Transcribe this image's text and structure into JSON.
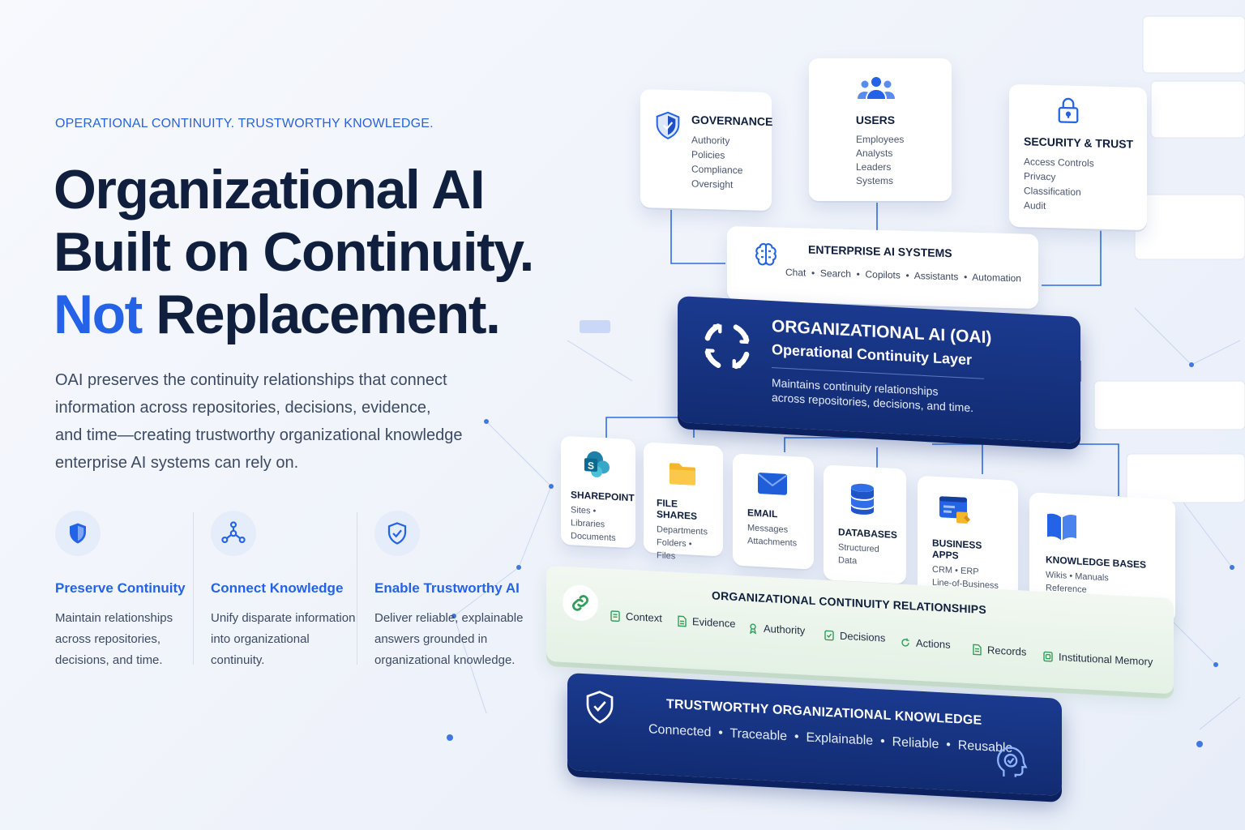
{
  "hero": {
    "eyebrow": "OPERATIONAL CONTINUITY. TRUSTWORTHY KNOWLEDGE.",
    "headline_line1": "Organizational AI",
    "headline_line2": "Built on Continuity.",
    "headline_accent": "Not",
    "headline_rest": "Replacement.",
    "lead_lines": [
      "OAI preserves the continuity relationships that connect",
      "information across repositories, decisions, evidence,",
      "and time—creating trustworthy organizational knowledge",
      "enterprise AI systems can rely on."
    ]
  },
  "features": [
    {
      "icon": "shield-icon",
      "title": "Preserve Continuity",
      "desc_lines": [
        "Maintain relationships",
        "across repositories,",
        "decisions, and time."
      ]
    },
    {
      "icon": "network-icon",
      "title": "Connect Knowledge",
      "desc_lines": [
        "Unify disparate information",
        "into organizational",
        "continuity."
      ]
    },
    {
      "icon": "shield-check-icon",
      "title": "Enable Trustworthy AI",
      "desc_lines": [
        "Deliver reliable, explainable",
        "answers grounded in",
        "organizational knowledge."
      ]
    }
  ],
  "diagram": {
    "governance": {
      "title": "GOVERNANCE",
      "items": [
        "Authority",
        "Policies",
        "Compliance",
        "Oversight"
      ]
    },
    "users": {
      "title": "USERS",
      "items": [
        "Employees",
        "Analysts",
        "Leaders",
        "Systems"
      ]
    },
    "security": {
      "title": "SECURITY & TRUST",
      "items": [
        "Access Controls",
        "Privacy",
        "Classification",
        "Audit"
      ]
    },
    "enterprise": {
      "title": "ENTERPRISE AI SYSTEMS",
      "items": [
        "Chat",
        "Search",
        "Copilots",
        "Assistants",
        "Automation"
      ]
    },
    "oai": {
      "title": "ORGANIZATIONAL AI (OAI)",
      "subtitle": "Operational Continuity Layer",
      "desc_line1": "Maintains continuity relationships",
      "desc_line2": "across repositories, decisions, and time."
    },
    "sources": [
      {
        "title": "SHAREPOINT",
        "lines": [
          "Sites • Libraries",
          "Documents"
        ]
      },
      {
        "title": "FILE SHARES",
        "lines": [
          "Departments",
          "Folders • Files"
        ]
      },
      {
        "title": "EMAIL",
        "lines": [
          "Messages",
          "Attachments"
        ]
      },
      {
        "title": "DATABASES",
        "lines": [
          "Structured",
          "Data"
        ]
      },
      {
        "title": "BUSINESS APPS",
        "lines": [
          "CRM • ERP",
          "Line-of-Business"
        ]
      },
      {
        "title": "KNOWLEDGE BASES",
        "lines": [
          "Wikis • Manuals",
          "Reference"
        ]
      }
    ],
    "relationships": {
      "title": "ORGANIZATIONAL CONTINUITY RELATIONSHIPS",
      "items": [
        "Context",
        "Evidence",
        "Authority",
        "Decisions",
        "Actions",
        "Records",
        "Institutional Memory"
      ]
    },
    "knowledge": {
      "title": "TRUSTWORTHY ORGANIZATIONAL KNOWLEDGE",
      "items": [
        "Connected",
        "Traceable",
        "Explainable",
        "Reliable",
        "Reusable"
      ]
    }
  },
  "colors": {
    "accent": "#2463e8",
    "navy": "#0f1f3d",
    "dark_slab": "#1b3a8f",
    "green": "#2f9e58"
  }
}
